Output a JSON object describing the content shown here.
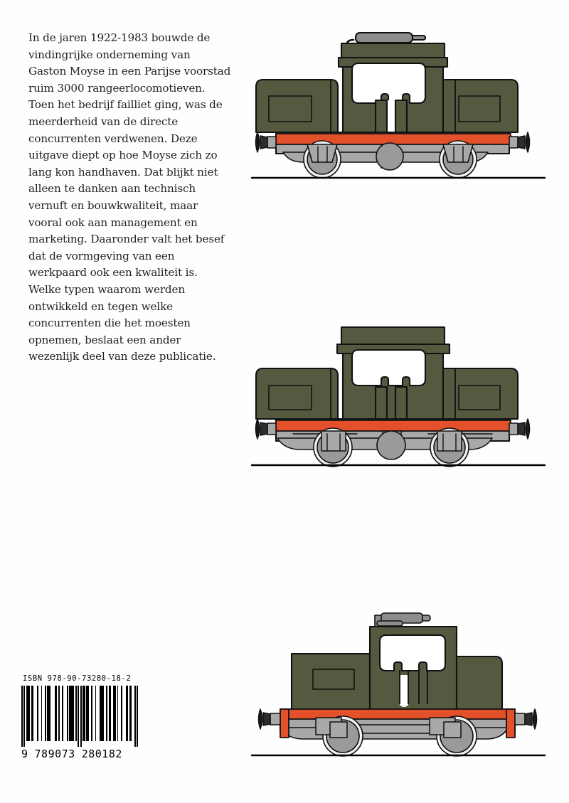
{
  "page": {
    "background_color": "#fefefe",
    "text_color": "#231f20"
  },
  "blurb": {
    "text": "In de jaren 1922-1983 bouwde de vindingrijke onderneming van Gaston Moyse in een Parijse voorstad ruim 3000 rangeerlocomotieven. Toen het bedrijf failliet ging, was de meerderheid van de directe concurrenten verdwenen. Deze uitgave diept op hoe Moyse zich zo lang kon handhaven. Dat blijkt niet alleen te danken aan technisch vernuft en bouwkwaliteit, maar vooral ook aan management en marketing. Daaronder valt het besef dat de vormgeving van een werkpaard ook een kwaliteit is. Welke typen waarom werden ontwikkeld en tegen welke concurrenten die het moesten opnemen, beslaat een ander wezenlijk deel van deze publicatie."
  },
  "isbn": {
    "label_line": "ISBN 978-90-73280-18-2",
    "code": "978-90-73280-18-2",
    "human_readable_digits": {
      "lead": "9",
      "left_group": "789073",
      "right_group": "280182"
    }
  },
  "illustrations": [
    {
      "name": "locomotive-side-view-top",
      "caption": "",
      "body_color": "#555940",
      "stripe_color": "#e3512a",
      "chassis_color": "#a8a8a8",
      "wheel_color": "#9a9a9a",
      "outline_color": "#111111",
      "roof_exhaust_color": "#8d8d8d",
      "has_roof_exhaust": true,
      "wheel_count": 3
    },
    {
      "name": "locomotive-side-view-middle",
      "caption": "",
      "body_color": "#555940",
      "stripe_color": "#e3512a",
      "chassis_color": "#a8a8a8",
      "wheel_color": "#9a9a9a",
      "outline_color": "#111111",
      "roof_exhaust_color": "#8d8d8d",
      "has_roof_exhaust": false,
      "wheel_count": 3
    },
    {
      "name": "locomotive-side-view-bottom",
      "caption": "",
      "body_color": "#555940",
      "stripe_color": "#e3512a",
      "chassis_color": "#a8a8a8",
      "wheel_color": "#9a9a9a",
      "outline_color": "#111111",
      "roof_exhaust_color": "#8d8d8d",
      "has_roof_exhaust": true,
      "wheel_count": 2
    }
  ]
}
